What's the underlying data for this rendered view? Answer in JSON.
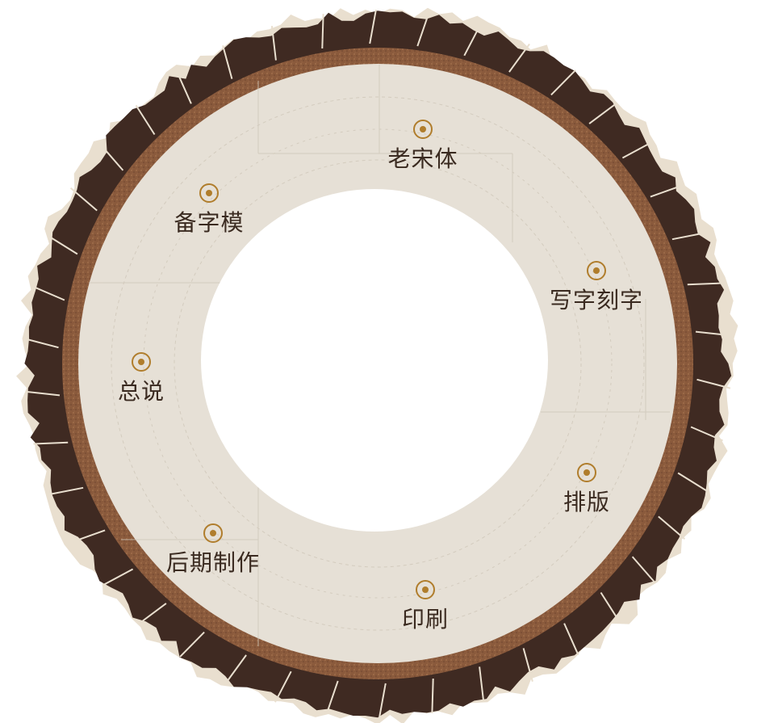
{
  "colors": {
    "bark": "#3f2a22",
    "bark_edge": "#e9dfcf",
    "cork": "#8a5a3c",
    "paper": "#e6e0d6",
    "marker": "#b07d2c",
    "text": "#3a2a20"
  },
  "menu": {
    "items": [
      {
        "label": "老宋体",
        "icon": "target-icon"
      },
      {
        "label": "备字模",
        "icon": "target-icon"
      },
      {
        "label": "写字刻字",
        "icon": "target-icon"
      },
      {
        "label": "总说",
        "icon": "target-icon"
      },
      {
        "label": "排版",
        "icon": "target-icon"
      },
      {
        "label": "后期制作",
        "icon": "target-icon"
      },
      {
        "label": "印刷",
        "icon": "target-icon"
      }
    ]
  }
}
